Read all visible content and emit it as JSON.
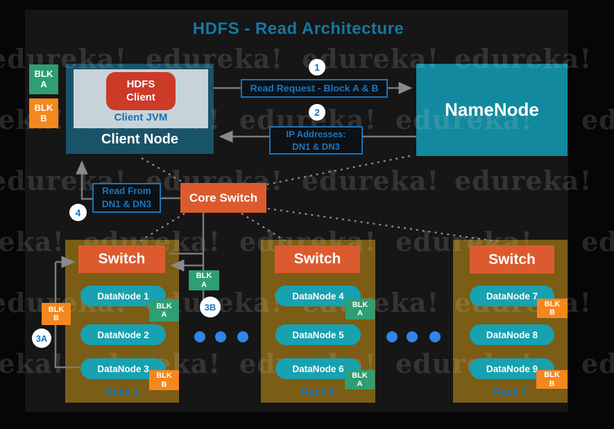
{
  "title": "HDFS - Read Architecture",
  "watermark": {
    "text": "edureka!"
  },
  "colors": {
    "background": "#161616",
    "title_teal": "#1478a2",
    "client_node_teal": "#19536a",
    "client_jvm_gray": "#c6d4da",
    "hdfs_client_red": "#cc3a28",
    "namenode_teal": "#12899e",
    "block_a_green": "#2f9e74",
    "block_b_orange": "#f5871f",
    "switch_orange": "#dc5b2e",
    "rack_brown": "#7b5d15",
    "datanode_teal": "#17a1b1",
    "label_blue": "#1b75bb",
    "dot_blue": "#2e86e9",
    "line_gray": "#7a7a7a"
  },
  "blocks": {
    "a": {
      "l1": "BLK",
      "l2": "A"
    },
    "b": {
      "l1": "BLK",
      "l2": "B"
    }
  },
  "client_node": {
    "label": "Client Node",
    "jvm_label": "Client JVM",
    "hdfs_client_label": "HDFS Client"
  },
  "namenode": {
    "label": "NameNode"
  },
  "steps": {
    "s1": "1",
    "s2": "2",
    "s3a": "3A",
    "s3b": "3B",
    "s4": "4"
  },
  "labels": {
    "read_request": "Read Request - Block A & B",
    "ip_l1": "IP Addresses:",
    "ip_l2": "DN1 & DN3",
    "read_from_l1": "Read From",
    "read_from_l2": "DN1 & DN3",
    "core_switch": "Core Switch"
  },
  "racks": [
    {
      "name": "Rack 1",
      "switch_label": "Switch",
      "nodes": [
        "DataNode 1",
        "DataNode 2",
        "DataNode 3"
      ]
    },
    {
      "name": "Rack 5",
      "switch_label": "Switch",
      "nodes": [
        "DataNode 4",
        "DataNode 5",
        "DataNode 6"
      ]
    },
    {
      "name": "Rack 7",
      "switch_label": "Switch",
      "nodes": [
        "DataNode 7",
        "DataNode 8",
        "DataNode 9"
      ]
    }
  ]
}
